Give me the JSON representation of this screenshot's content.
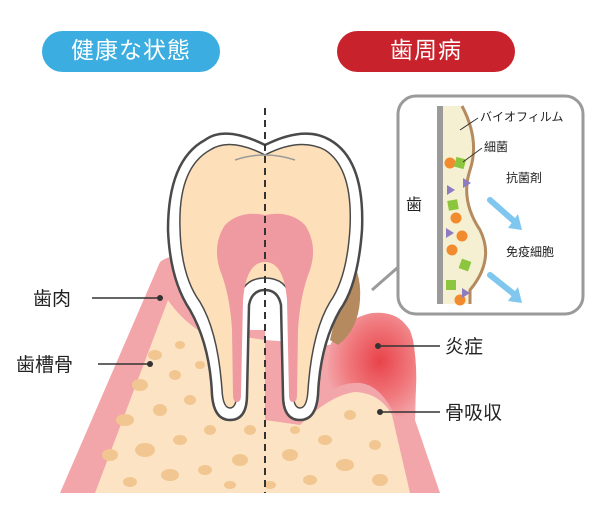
{
  "headers": {
    "healthy": "健康な状態",
    "disease": "歯周病"
  },
  "labels": {
    "gum": "歯肉",
    "alveolar_bone": "歯槽骨",
    "inflammation": "炎症",
    "bone_resorption": "骨吸収"
  },
  "inset": {
    "tooth": "歯",
    "biofilm": "バイオフィルム",
    "bacteria": "細菌",
    "antibacterial": "抗菌剤",
    "immune_cells": "免疫細胞"
  },
  "colors": {
    "healthy_header": "#3bade0",
    "disease_header": "#c8232c",
    "gum": "#f3a6aa",
    "bone": "#fbe3c4",
    "bone_spot": "#f1c690",
    "pulp": "#ef9aa0",
    "dentin": "#fde0ba",
    "tartar": "#b48a5e",
    "inflammation": "#e8434a",
    "arrow": "#7fc7ee"
  }
}
